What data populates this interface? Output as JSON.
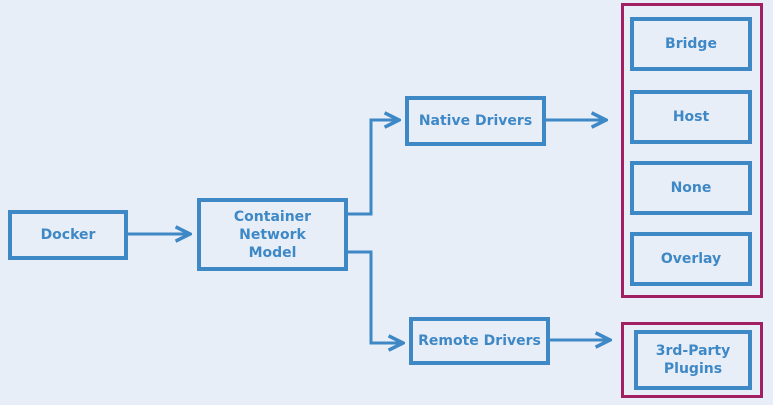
{
  "diagram": {
    "nodes": {
      "docker": "Docker",
      "cnm": "Container Network\nModel",
      "native": "Native Drivers",
      "remote": "Remote Drivers",
      "bridge": "Bridge",
      "host": "Host",
      "none": "None",
      "overlay": "Overlay",
      "plugins": "3rd-Party\nPlugins"
    },
    "colors": {
      "node": "#3e88c6",
      "group_border": "#a11f62",
      "background": "#e8eef8"
    }
  }
}
